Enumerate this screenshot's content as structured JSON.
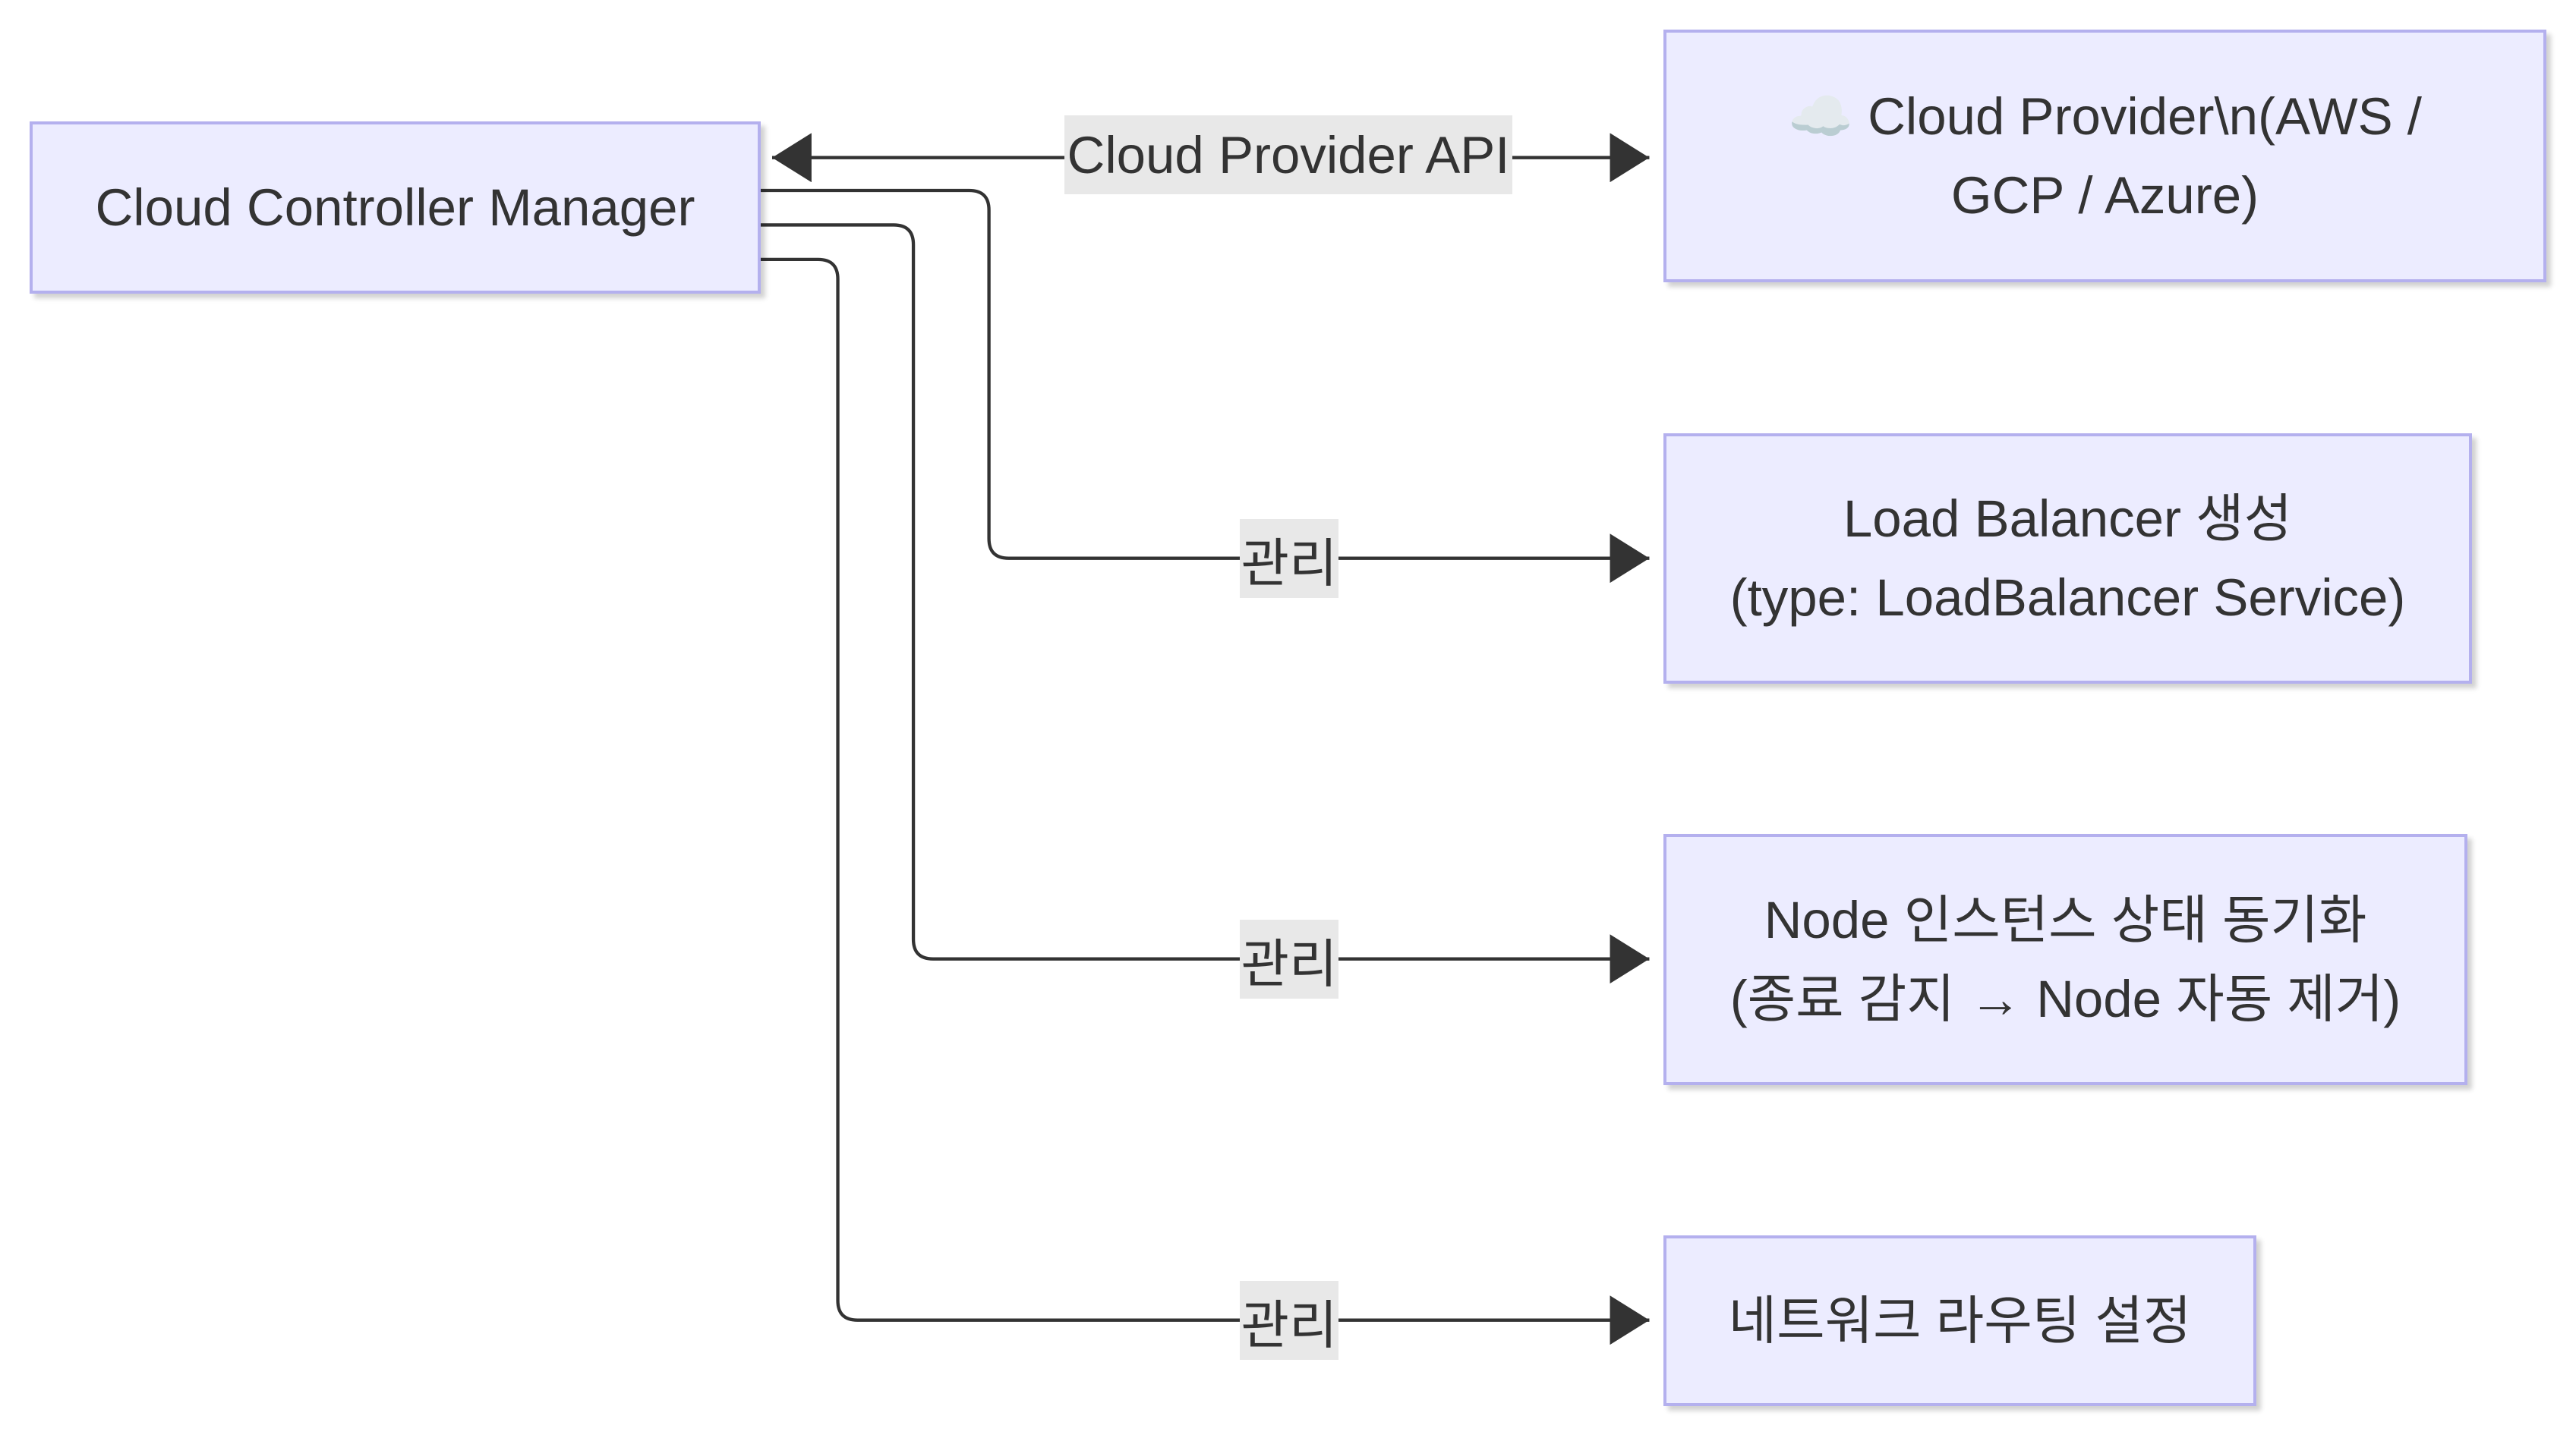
{
  "nodes": {
    "ccm": {
      "label": "Cloud Controller Manager"
    },
    "provider": {
      "line1": "☁️ Cloud Provider\\n(AWS /",
      "line2": "GCP / Azure)"
    },
    "lb": {
      "line1": "Load Balancer 생성",
      "line2": "(type: LoadBalancer Service)"
    },
    "node_sync": {
      "line1": "Node 인스턴스 상태 동기화",
      "line2": "(종료 감지 → Node 자동 제거)"
    },
    "routing": {
      "label": "네트워크 라우팅 설정"
    }
  },
  "edges": {
    "provider_api": {
      "label": "Cloud Provider API"
    },
    "to_lb": {
      "label": "관리"
    },
    "to_node": {
      "label": "관리"
    },
    "to_routing": {
      "label": "관리"
    }
  },
  "colors": {
    "node_fill": "#ececff",
    "node_border": "#b4b0ee",
    "edge": "#333333",
    "label_bg": "#e8e8e8"
  }
}
